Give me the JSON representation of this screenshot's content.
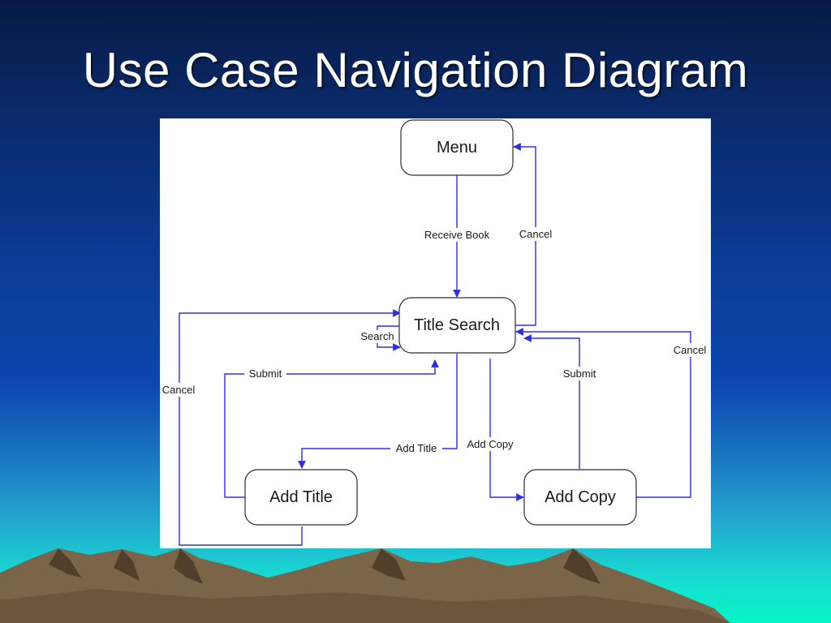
{
  "slide": {
    "title": "Use Case Navigation Diagram"
  },
  "diagram": {
    "nodes": {
      "menu": "Menu",
      "title_search": "Title Search",
      "add_title": "Add Title",
      "add_copy": "Add Copy"
    },
    "edges": {
      "receive_book": "Receive Book",
      "cancel_to_menu": "Cancel",
      "search_loop": "Search",
      "submit_from_add_title": "Submit",
      "cancel_from_add_title": "Cancel",
      "add_title": "Add Title",
      "add_copy": "Add Copy",
      "submit_from_add_copy": "Submit",
      "cancel_from_add_copy": "Cancel"
    }
  },
  "colors": {
    "edge": "#2e2ee8",
    "mountain_fill": "#7a6548"
  }
}
